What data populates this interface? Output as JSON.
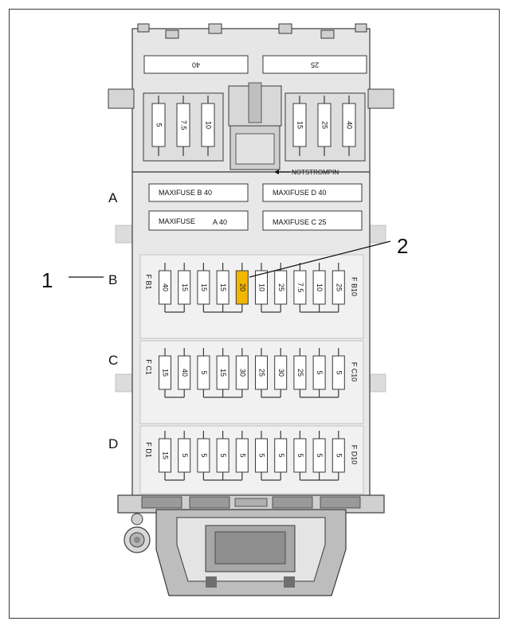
{
  "colors": {
    "highlight_fuse": "#f2b705",
    "highlight_letter": "#f2c200",
    "housing": "#e2e2e2",
    "housing_dark": "#c8c8c8",
    "outline": "#3a3a3a"
  },
  "top_fuses": {
    "big_left": "40",
    "big_right": "25",
    "left_group": [
      "5",
      "7.5",
      "10"
    ],
    "right_group": [
      "15",
      "25",
      "40"
    ]
  },
  "notstrom_label": "NOTSTROMPIN",
  "maxifuses": {
    "b": "MAXIFUSE B 40",
    "d": "MAXIFUSE D 40",
    "a_name": "MAXIFUSE",
    "a_value": "A  40",
    "c": "MAXIFUSE C 25"
  },
  "rows": [
    {
      "letter": "A"
    },
    {
      "letter": "B",
      "start_label": "F B1",
      "end_label": "F B10",
      "values": [
        "40",
        "15",
        "15",
        "15",
        "20",
        "10",
        "25",
        "7.5",
        "10",
        "25"
      ],
      "highlight_index": 4
    },
    {
      "letter": "C",
      "start_label": "F C1",
      "end_label": "F C10",
      "values": [
        "15",
        "40",
        "5",
        "15",
        "30",
        "25",
        "30",
        "25",
        "5",
        "5"
      ]
    },
    {
      "letter": "D",
      "start_label": "F D1",
      "end_label": "F D10",
      "values": [
        "15",
        "5",
        "5",
        "5",
        "5",
        "5",
        "5",
        "5",
        "5",
        "5"
      ]
    }
  ],
  "callouts": {
    "one": "1",
    "two": "2"
  }
}
